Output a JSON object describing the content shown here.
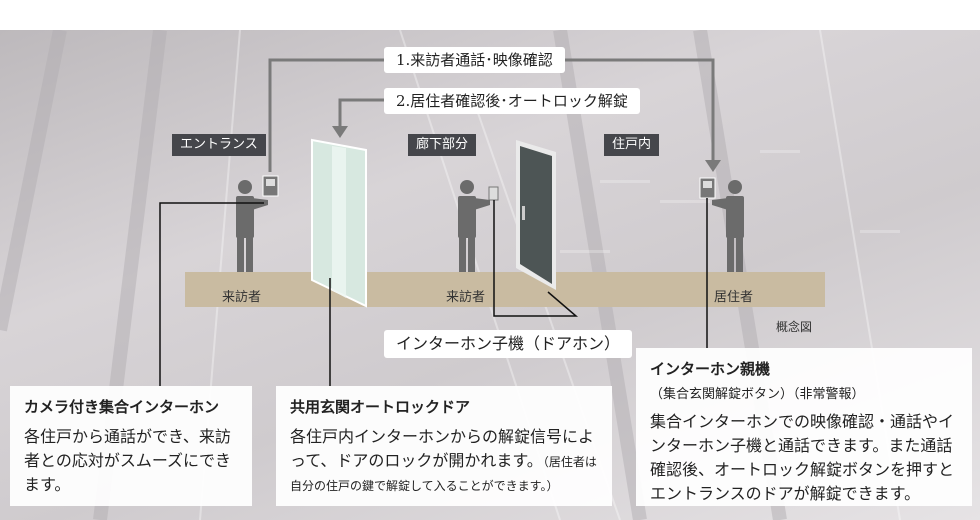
{
  "arrows": {
    "step1": "1.来訪者通話･映像確認",
    "step2": "2.居住者確認後･オートロック解錠"
  },
  "zones": {
    "entrance": "エントランス",
    "corridor": "廊下部分",
    "dwelling": "住戸内"
  },
  "people": {
    "visitor_entrance": "来訪者",
    "visitor_corridor": "来訪者",
    "resident": "居住者"
  },
  "note": "概念図",
  "door_phone_label": "インターホン子機（ドアホン）",
  "boxes": {
    "camera": {
      "title": "カメラ付き集合インターホン",
      "body": "各住戸から通話ができ、来訪者との応対がスムーズにできます。"
    },
    "autolock": {
      "title": "共用玄関オートロックドア",
      "body": "各住戸内インターホンからの解錠信号によって、ドアのロックが開かれます。",
      "small": "（居住者は自分の住戸の鍵で解錠して入ることができます。）"
    },
    "master": {
      "title": "インターホン親機",
      "subtitle": "（集合玄関解錠ボタン）（非常警報）",
      "body": "集合インターホンでの映像確認・通話やインターホン子機と通話できます。また通話確認後、オートロック解錠ボタンを押すとエントランスのドアが解錠できます。"
    }
  },
  "colors": {
    "figure": "#6b6b6b",
    "floor": "#c9bba1",
    "label_bg": "#45464b",
    "arrow": "#7a7a7a",
    "door_glass": "#d5e6df",
    "door_dark": "#4d5555"
  }
}
